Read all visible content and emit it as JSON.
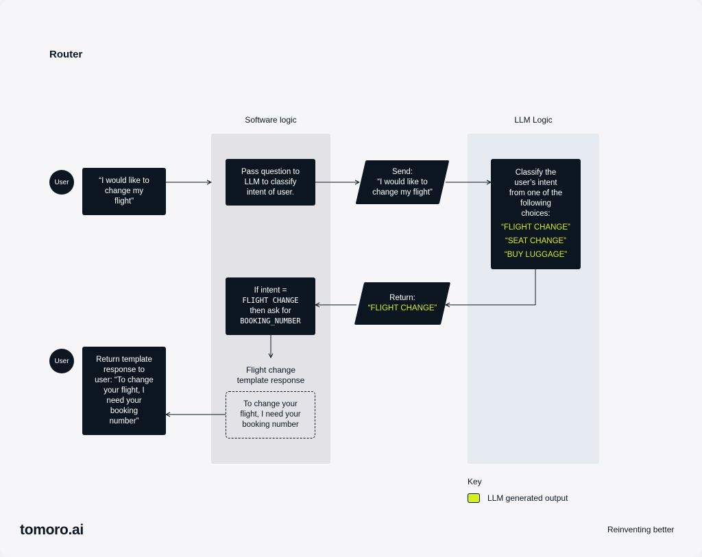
{
  "title": "Router",
  "lanes": {
    "software": "Software logic",
    "llm": "LLM Logic"
  },
  "user_label": "User",
  "nodes": {
    "user_question": [
      "“I would like to",
      "change my",
      "flight”"
    ],
    "pass_question": [
      "Pass question to",
      "LLM to classify",
      "intent of user."
    ],
    "send": [
      "Send:",
      "“I would like to",
      "change my flight”"
    ],
    "classify": [
      "Classify the",
      "user’s intent",
      "from one of the",
      "following",
      "choices:"
    ],
    "choices": [
      "“FLIGHT CHANGE”",
      "“SEAT CHANGE”",
      "“BUY LUGGAGE”"
    ],
    "return_label": "Return:",
    "return_value": "“FLIGHT CHANGE”",
    "if_intent": [
      "If intent =",
      "FLIGHT CHANGE",
      "then ask for",
      "BOOKING_NUMBER"
    ],
    "template_caption": [
      "Flight change",
      "template response"
    ],
    "template_text": [
      "To change your",
      "flight, I need your",
      "booking number"
    ],
    "return_template": [
      "Return template",
      "response to",
      "user: “To change",
      "your flight, I",
      "need your",
      "booking",
      "number”"
    ]
  },
  "key": {
    "title": "Key",
    "item": "LLM generated output",
    "swatch_color": "#d7ef1a"
  },
  "footer": {
    "logo": "tomoro.ai",
    "tagline": "Reinventing better"
  },
  "colors": {
    "box": "#0c1620",
    "accent": "#d7ef1a",
    "software_lane": "#e3e2e6",
    "llm_lane": "#e6eaf1"
  }
}
